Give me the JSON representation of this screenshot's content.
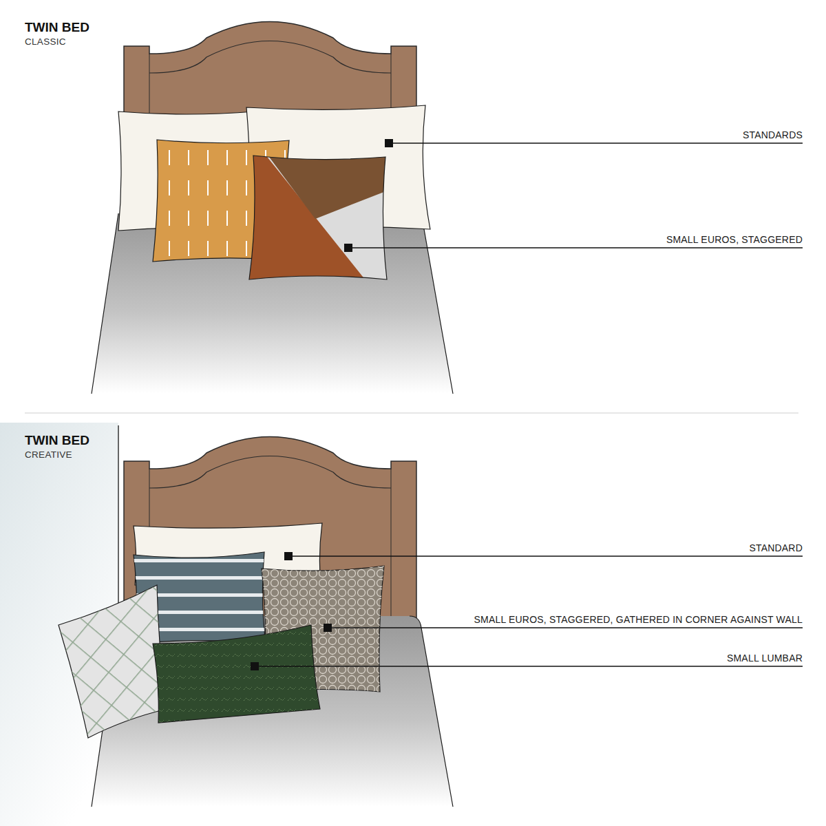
{
  "diagram": {
    "labels": [
      "TWIN BED",
      "CLASSIC",
      "STANDARDS",
      "SMALL EUROS, STAGGERED",
      "TWIN BED",
      "CREATIVE",
      "STANDARD",
      "SMALL EUROS, STAGGERED, GATHERED IN CORNER AGAINST WALL",
      "SMALL LUMBAR"
    ]
  }
}
